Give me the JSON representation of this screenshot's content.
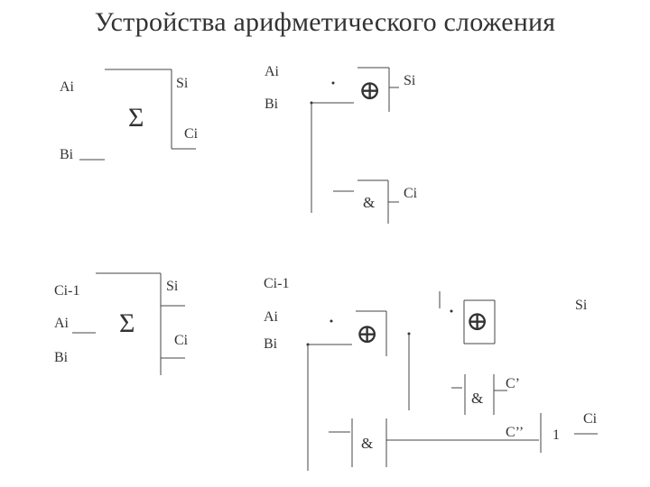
{
  "title": "Устройства арифметического сложения",
  "half_adder_block": {
    "input_a": "Ai",
    "input_b": "Bi",
    "sum_symbol": "Σ",
    "output_s": "Si",
    "output_c": "Ci"
  },
  "half_adder_circuit": {
    "input_a": "Ai",
    "input_b": "Bi",
    "xor_symbol": "⊕",
    "and_symbol": "&",
    "output_s": "Si",
    "output_c": "Ci"
  },
  "full_adder_block": {
    "input_c": "Ci-1",
    "input_a": "Ai",
    "input_b": "Bi",
    "sum_symbol": "Σ",
    "output_s": "Si",
    "output_c": "Ci"
  },
  "full_adder_circuit": {
    "input_c": "Ci-1",
    "input_a": "Ai",
    "input_b": "Bi",
    "xor1_symbol": "⊕",
    "xor2_symbol": "⊕",
    "and1_symbol": "&",
    "and2_symbol": "&",
    "or_symbol": "1",
    "carry1": "C’",
    "carry2": "C’’",
    "output_s": "Si",
    "output_c": "Ci"
  }
}
